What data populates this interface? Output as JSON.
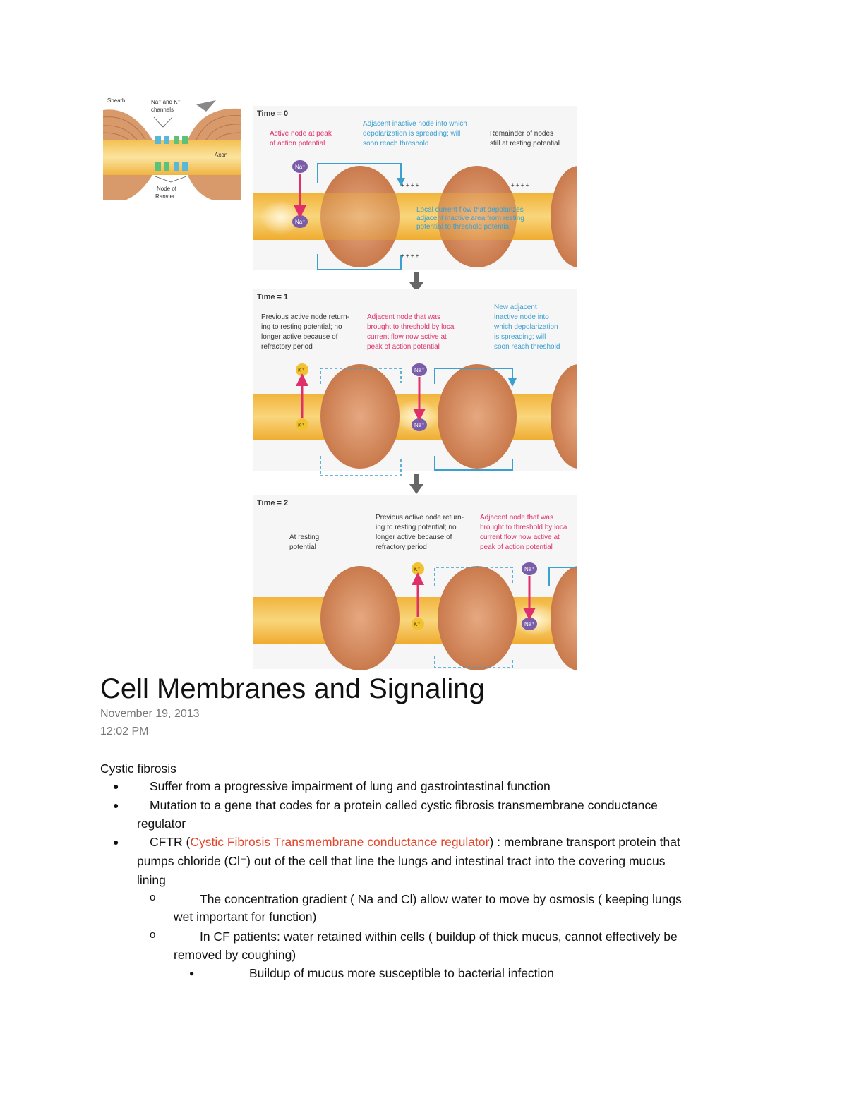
{
  "small_figure": {
    "labels": [
      "Na⁺ and K⁺",
      "channels",
      "Axon",
      "Node of",
      "Ranvier"
    ],
    "cutoff_label": "Sheath"
  },
  "figure": {
    "panels": [
      {
        "heading": "Time = 0",
        "labels": [
          {
            "lines": [
              "Active node at peak",
              "of action potential"
            ],
            "color": "red"
          },
          {
            "lines": [
              "Adjacent inactive node into which",
              "depolarization is spreading; will",
              "soon reach threshold"
            ],
            "color": "blue"
          },
          {
            "lines": [
              "Remainder of nodes",
              "still at resting potential"
            ],
            "color": "gray"
          }
        ],
        "callout": [
          "Local current flow that depolarizes",
          "adjacent inactive area from resting",
          "potential to threshold potential"
        ],
        "ions": [
          "Na⁺",
          "Na⁺"
        ]
      },
      {
        "heading": "Time = 1",
        "labels": [
          {
            "lines": [
              "Previous active node return-",
              "ing to resting potential; no",
              "longer active because of",
              "refractory period"
            ],
            "color": "gray"
          },
          {
            "lines": [
              "Adjacent node that was",
              "brought to threshold by local",
              "current flow now active at",
              "peak of action potential"
            ],
            "color": "red"
          },
          {
            "lines": [
              "New adjacent",
              "inactive node into",
              "which depolarization",
              "is spreading; will",
              "soon reach threshold"
            ],
            "color": "blue"
          }
        ],
        "ions": [
          "K⁺",
          "K⁺",
          "Na⁺",
          "Na⁺"
        ]
      },
      {
        "heading": "Time = 2",
        "labels": [
          {
            "lines": [
              "At resting",
              "potential"
            ],
            "color": "gray"
          },
          {
            "lines": [
              "Previous active node return-",
              "ing to resting potential; no",
              "longer active because of",
              "refractory period"
            ],
            "color": "gray"
          },
          {
            "lines": [
              "Adjacent node that was",
              "brought to threshold by loca",
              "current flow now active at",
              "peak of action potential"
            ],
            "color": "red"
          }
        ],
        "ions": [
          "K⁺",
          "K⁺",
          "Na⁺",
          "Na⁺"
        ]
      }
    ]
  },
  "document": {
    "title": "Cell Membranes and Signaling",
    "date": "November 19, 2013",
    "time": "12:02 PM",
    "section_heading": "Cystic fibrosis",
    "bullets": [
      {
        "level": 1,
        "text": "Suffer from a progressive impairment of lung and gastrointestinal function"
      },
      {
        "level": 1,
        "line1": "Mutation to a gene that codes for a protein called cystic fibrosis transmembrane conductance",
        "line2": "regulator"
      },
      {
        "level": 1,
        "prefix": "CFTR (",
        "highlight": "Cystic Fibrosis Transmembrane conductance regulator",
        "suffix": ") : membrane transport protein that",
        "line2": "pumps chloride (Cl⁻) out of the cell that line the lungs and intestinal tract into the covering mucus",
        "line3": "lining"
      },
      {
        "level": 2,
        "line1": "The concentration gradient ( Na and Cl) allow water to move by osmosis  ( keeping lungs",
        "line2": "wet important for function)"
      },
      {
        "level": 2,
        "line1": "In CF patients: water retained within cells ( buildup of thick mucus, cannot effectively be",
        "line2": "removed by coughing)"
      },
      {
        "level": 3,
        "text": "Buildup of mucus more susceptible to bacterial infection"
      }
    ],
    "bullet_glyphs": {
      "level1": "●",
      "level2": "o",
      "level3": "●"
    }
  }
}
